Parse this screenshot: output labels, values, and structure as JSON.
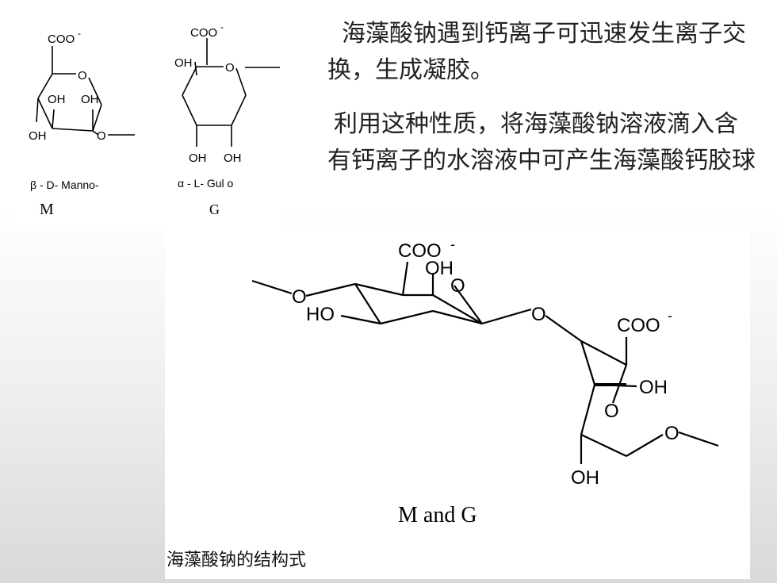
{
  "slide": {
    "paragraph1": "海藻酸钠遇到钙离子可迅速发生离子交换，生成凝胶。",
    "paragraph2": "利用这种性质，将海藻酸钠溶液滴入含有钙离子的水溶液中可产生海藻酸钙胶球",
    "caption": "海藻酸钠的结构式"
  },
  "structures": {
    "m": {
      "coo": "COO",
      "charge": "-",
      "ring_o": "O",
      "oh1": "OH",
      "oh2": "OH",
      "oh3": "OH",
      "link_o": "O",
      "name": "β - D- Manno-",
      "letter": "M"
    },
    "g": {
      "coo": "COO",
      "charge": "-",
      "oh_top": "OH",
      "ring_o": "O",
      "oh_b1": "OH",
      "oh_b2": "OH",
      "name": "α - L- Gul o",
      "letter": "G"
    },
    "mg": {
      "coo1": "COO",
      "charge1": "-",
      "oh1": "OH",
      "ring_o1": "O",
      "o_left": "O",
      "ho": "HO",
      "o_bridge": "O",
      "coo2": "COO",
      "charge2": "-",
      "oh2": "OH",
      "ring_o2": "O",
      "o_right": "O",
      "oh3": "OH",
      "label": "M and G"
    }
  }
}
